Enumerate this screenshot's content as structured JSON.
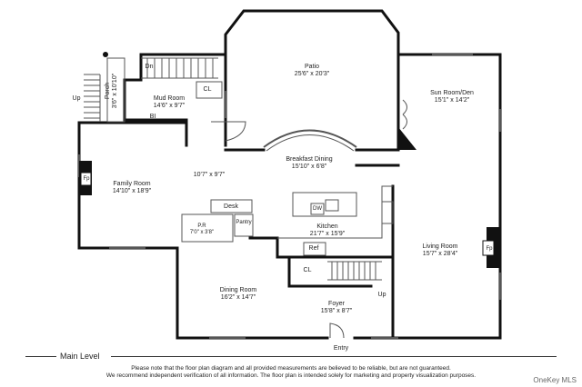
{
  "rooms": {
    "patio": {
      "name": "Patio",
      "dim": "25'6\" x 20'3\""
    },
    "sunroom": {
      "name": "Sun Room/Den",
      "dim": "15'1\" x 14'2\""
    },
    "mudroom": {
      "name": "Mud Room",
      "dim": "14'6\" x 9'7\""
    },
    "porch": {
      "name": "Porch",
      "dim": "3'6\" x 10'10\""
    },
    "breakfast": {
      "name": "Breakfast Dining",
      "dim": "15'10\" x 6'8\""
    },
    "family": {
      "name": "Family Room",
      "dim": "14'10\" x 18'9\""
    },
    "kitchen": {
      "name": "Kitchen",
      "dim": "21'7\" x 15'9\""
    },
    "living": {
      "name": "Living Room",
      "dim": "15'7\" x 28'4\""
    },
    "dining": {
      "name": "Dining Room",
      "dim": "16'2\" x 14'7\""
    },
    "foyer": {
      "name": "Foyer",
      "dim": "15'8\" x 8'7\""
    },
    "powder": {
      "name": "P.R",
      "dim": "7'0\" x 3'8\""
    }
  },
  "labels": {
    "dn": "Dn",
    "cl_mud": "CL",
    "bi": "BI",
    "up_porch": "Up",
    "hall_dim": "10'7\" x 9'7\"",
    "desk": "Desk",
    "pantry": "Pantry",
    "dw": "DW",
    "ref": "Ref",
    "cl_foyer": "CL",
    "up_foyer": "Up",
    "entry": "Entry",
    "fp_family": "Fp",
    "fp_living": "Fp"
  },
  "footer": {
    "level": "Main Level",
    "disclaimer_1": "Please note that the floor plan diagram and all provided measurements are believed to be reliable, but are not guaranteed.",
    "disclaimer_2": "We recommend independent verification of all information. The floor plan is intended solely for marketing and property visualization purposes.",
    "watermark": "OneKey MLS"
  },
  "colors": {
    "wall": "#111111",
    "thin_line": "#555555",
    "window": "#888888"
  }
}
